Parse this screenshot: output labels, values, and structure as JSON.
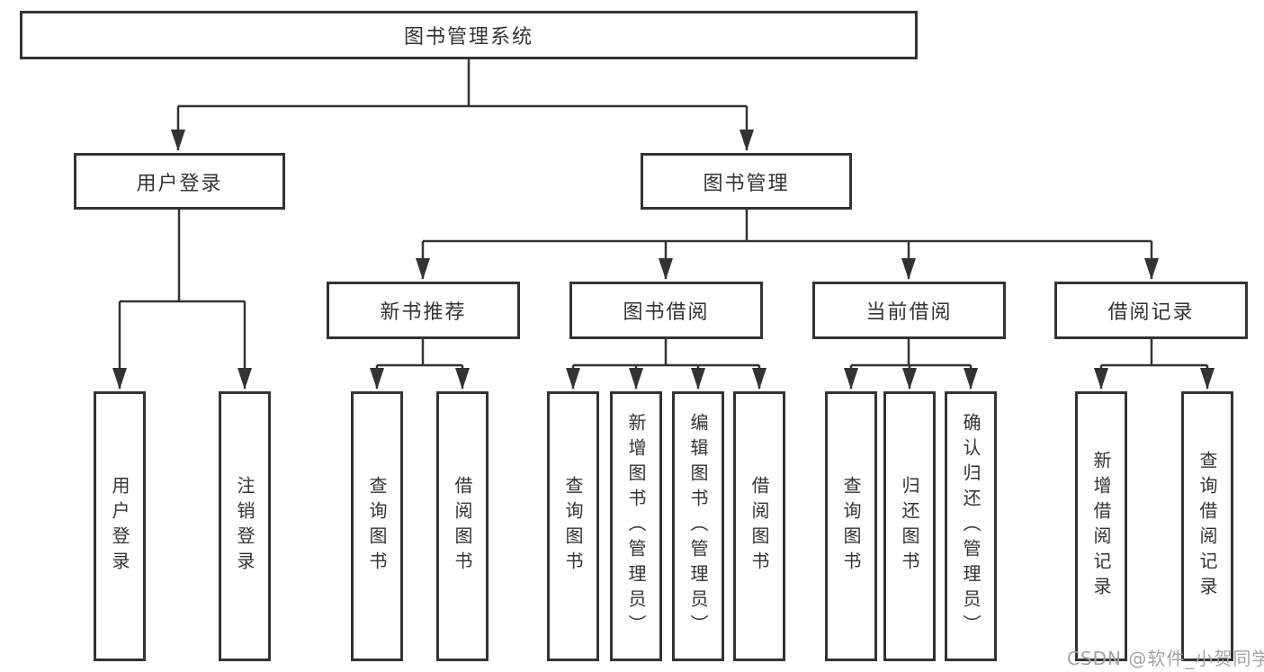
{
  "diagram": {
    "root": {
      "label": "图书管理系统",
      "children": [
        {
          "label": "用户登录",
          "children": [
            {
              "label": "用户登录"
            },
            {
              "label": "注销登录"
            }
          ]
        },
        {
          "label": "图书管理",
          "children": [
            {
              "label": "新书推荐",
              "children": [
                {
                  "label": "查询图书"
                },
                {
                  "label": "借阅图书"
                }
              ]
            },
            {
              "label": "图书借阅",
              "children": [
                {
                  "label": "查询图书"
                },
                {
                  "label": "新增图书（管理员）"
                },
                {
                  "label": "编辑图书（管理员）"
                },
                {
                  "label": "借阅图书"
                }
              ]
            },
            {
              "label": "当前借阅",
              "children": [
                {
                  "label": "查询图书"
                },
                {
                  "label": "归还图书"
                },
                {
                  "label": "确认归还（管理员）"
                }
              ]
            },
            {
              "label": "借阅记录",
              "children": [
                {
                  "label": "新增借阅记录"
                },
                {
                  "label": "查询借阅记录"
                }
              ]
            }
          ]
        }
      ]
    }
  },
  "watermark": {
    "text": "CSDN @软件_小贺同学"
  },
  "colors": {
    "line": "#333333",
    "text": "#333333",
    "box_fill": "#ffffff",
    "watermark": "#a3a3a3",
    "background": "#ffffff"
  }
}
